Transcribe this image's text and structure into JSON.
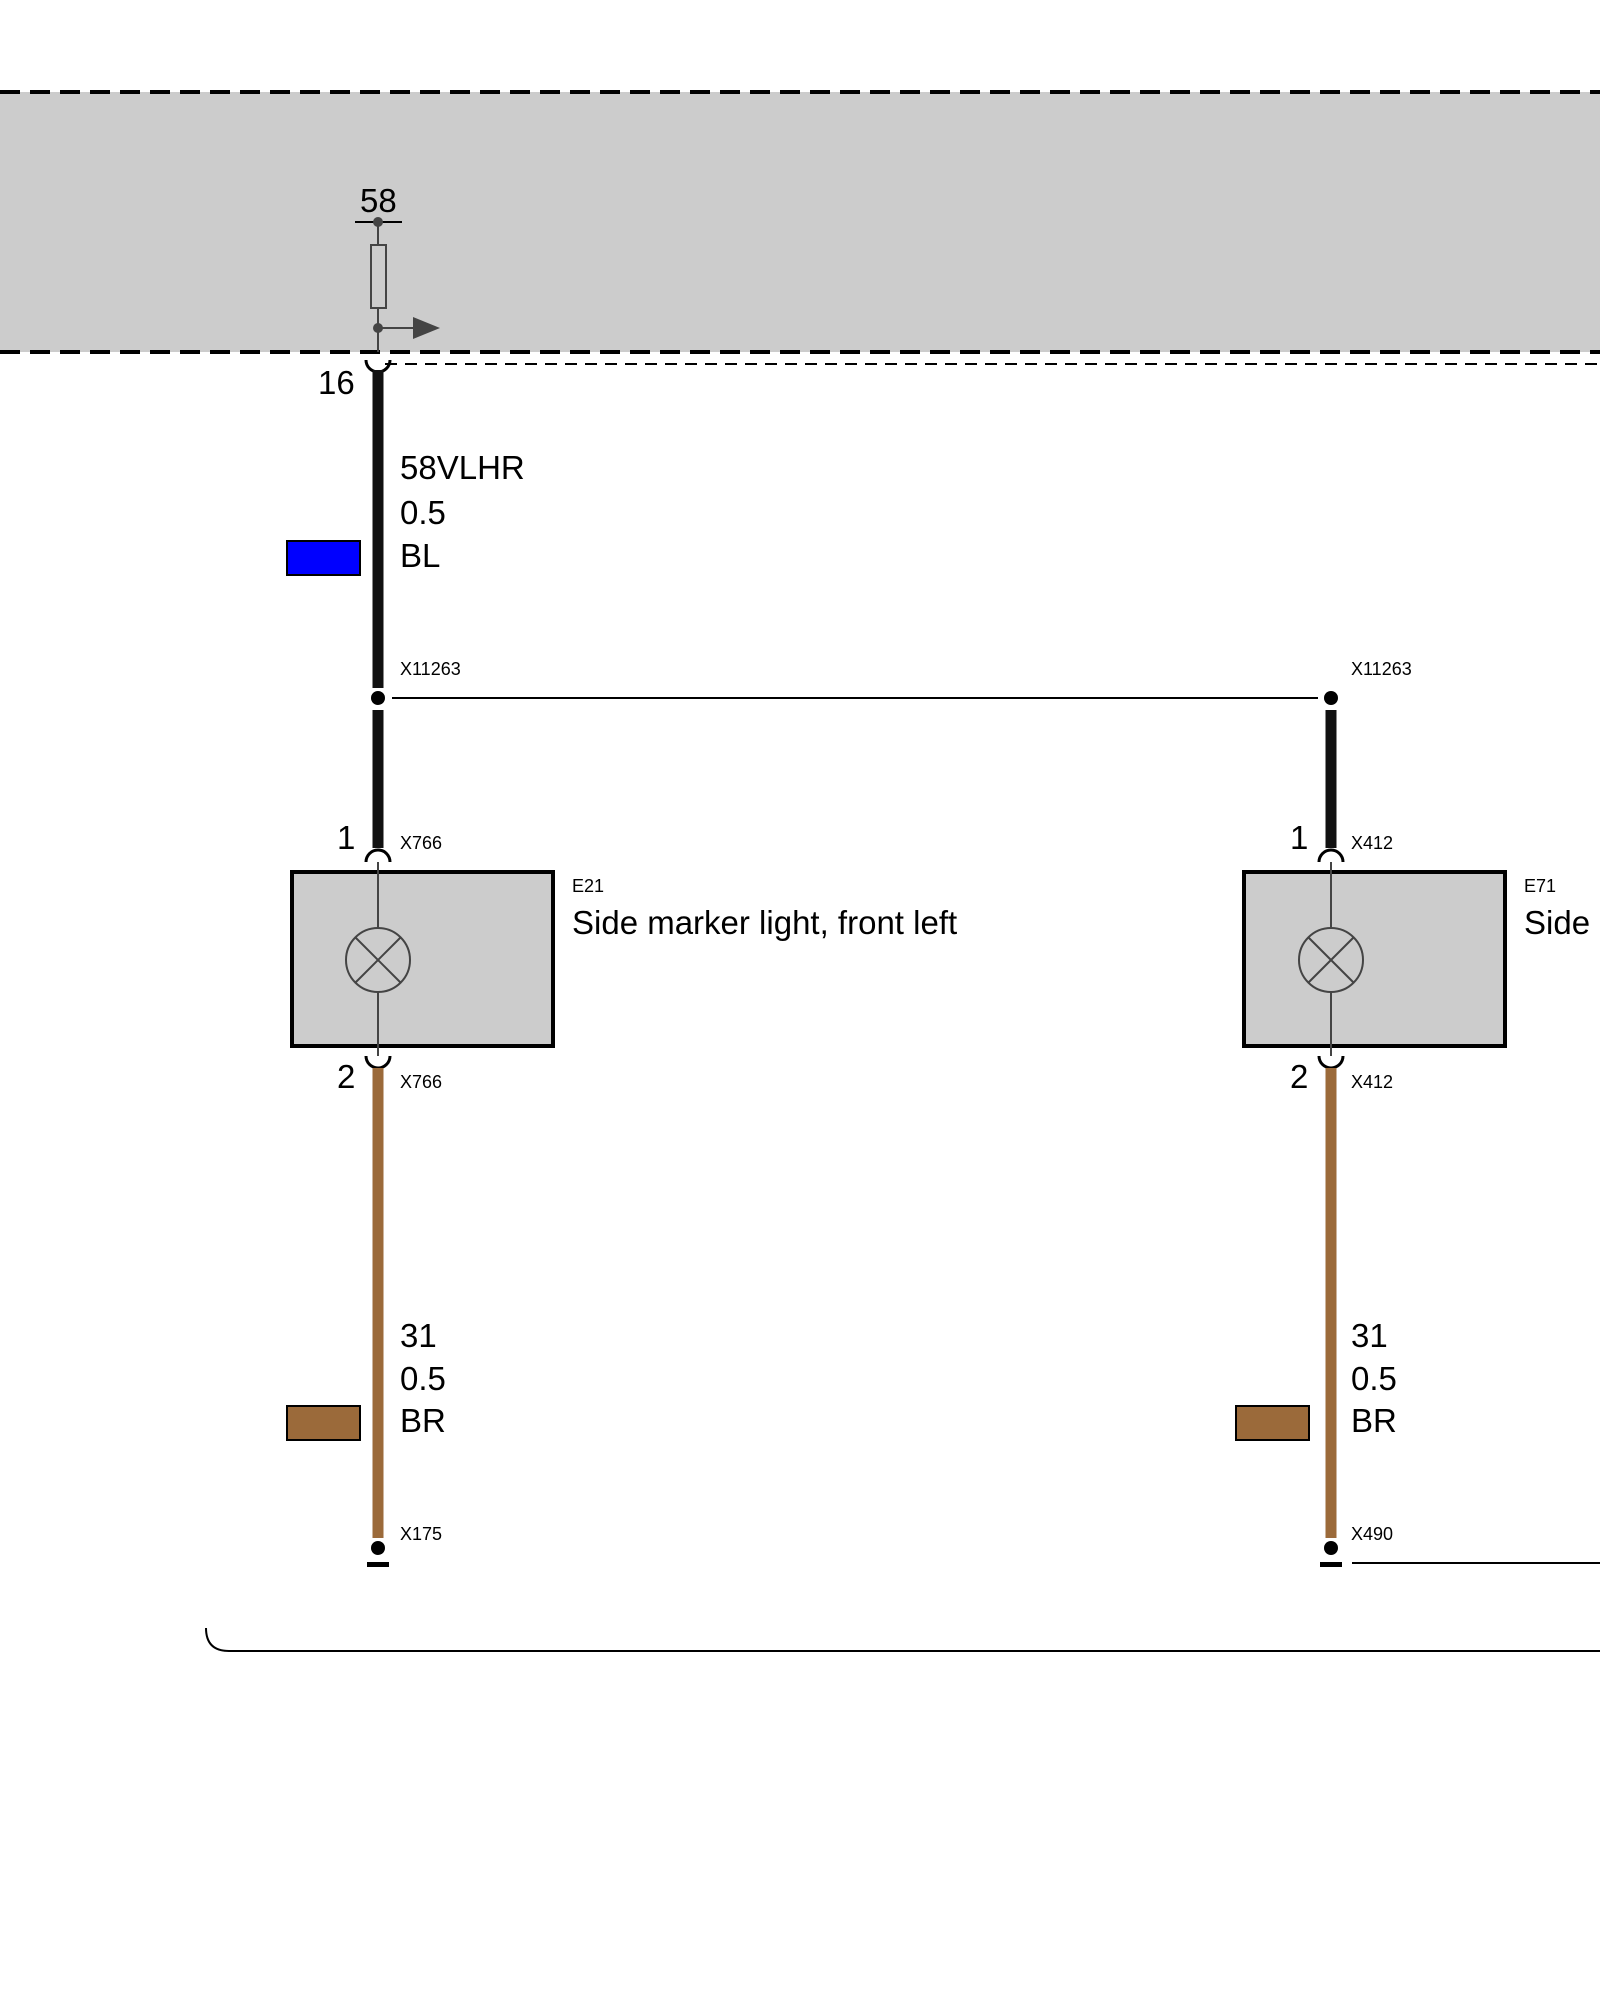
{
  "control_unit": {
    "terminal": "58",
    "output_pin": "16"
  },
  "wire_supply": {
    "signal": "58VLHR",
    "gauge": "0.5",
    "color_code": "BL",
    "color_hex": "#0000ff"
  },
  "splice_left": "X11263",
  "splice_right": "X11263",
  "components": [
    {
      "id": "E21",
      "name": "Side marker light, front left",
      "pin_top": "1",
      "pin_bottom": "2",
      "connector_top": "X766",
      "connector_bottom": "X766",
      "wire": {
        "signal": "31",
        "gauge": "0.5",
        "color_code": "BR",
        "color_hex": "#9b6a3a"
      },
      "ground": "X175"
    },
    {
      "id": "E71",
      "name": "Side",
      "pin_top": "1",
      "pin_bottom": "2",
      "connector_top": "X412",
      "connector_bottom": "X412",
      "wire": {
        "signal": "31",
        "gauge": "0.5",
        "color_code": "BR",
        "color_hex": "#9b6a3a"
      },
      "ground": "X490"
    }
  ],
  "colors": {
    "module_fill": "#cccccc",
    "wire_black": "#111111",
    "wire_brown": "#9b6a3a",
    "swatch_blue": "#0000ff",
    "swatch_brown": "#9b6a3a"
  }
}
